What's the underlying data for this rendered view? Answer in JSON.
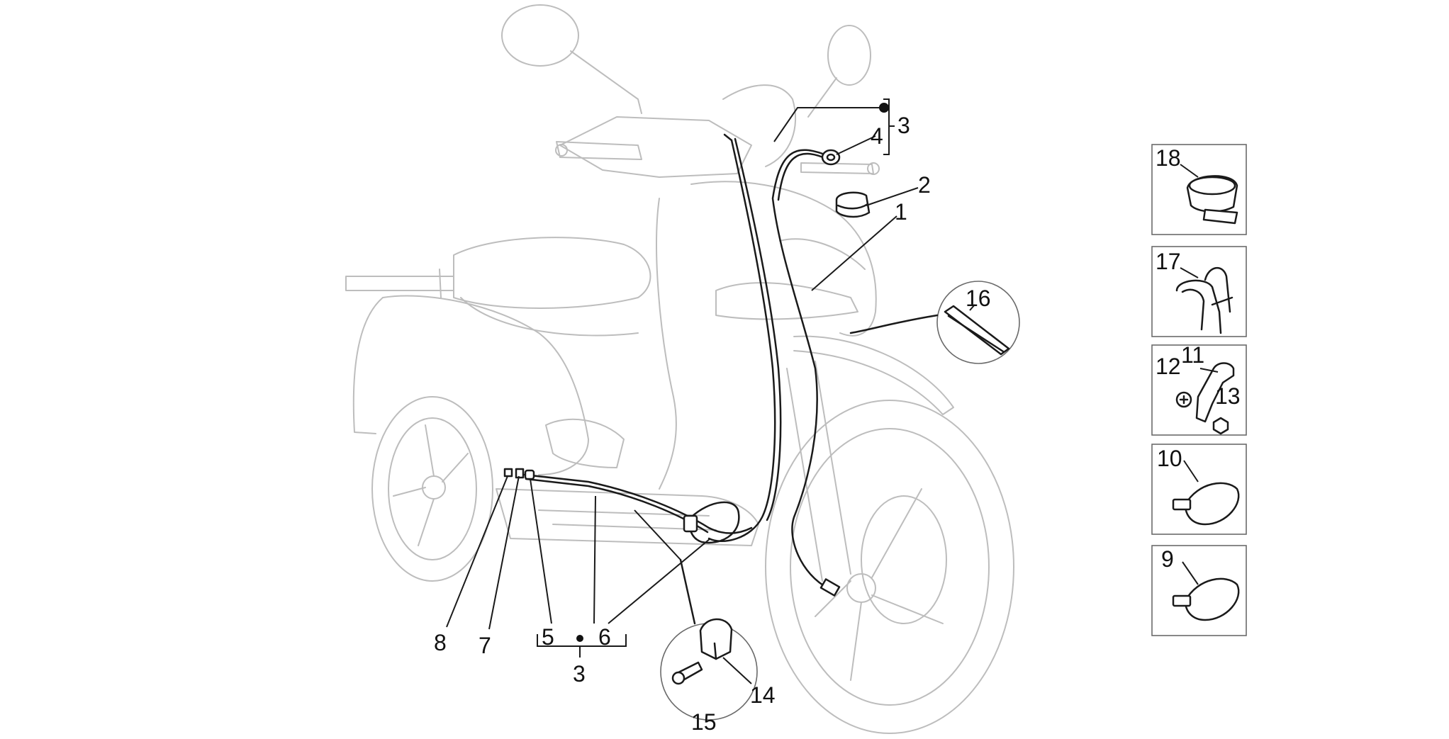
{
  "callouts": {
    "c1": "1",
    "c2": "2",
    "c3_top": "3",
    "c3_bottom": "3",
    "c4": "4",
    "c5": "5",
    "c6": "6",
    "c7": "7",
    "c8": "8",
    "c9": "9",
    "c10": "10",
    "c11": "11",
    "c12": "12",
    "c13": "13",
    "c14": "14",
    "c15": "15",
    "c16": "16",
    "c17": "17",
    "c18": "18"
  }
}
